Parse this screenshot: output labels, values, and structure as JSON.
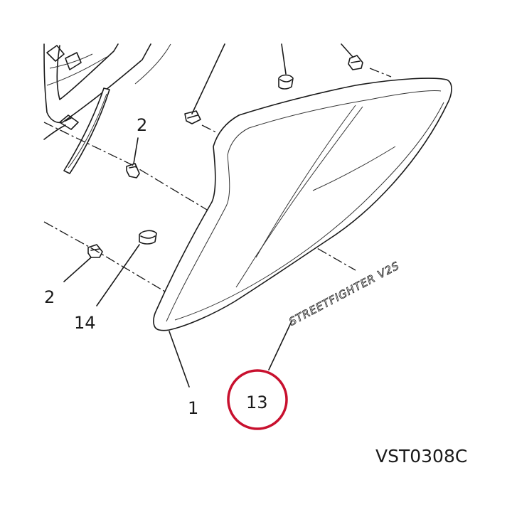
{
  "labels": {
    "clip_upper": "2",
    "clip_lower": "2",
    "pad": "14",
    "panel": "1",
    "decal": "13"
  },
  "decal_text": "STREETFIGHTER V2S",
  "drawing_code": "VST0308C",
  "colors": {
    "line": "#1a1a1a",
    "highlight_circle": "#c8102e"
  }
}
